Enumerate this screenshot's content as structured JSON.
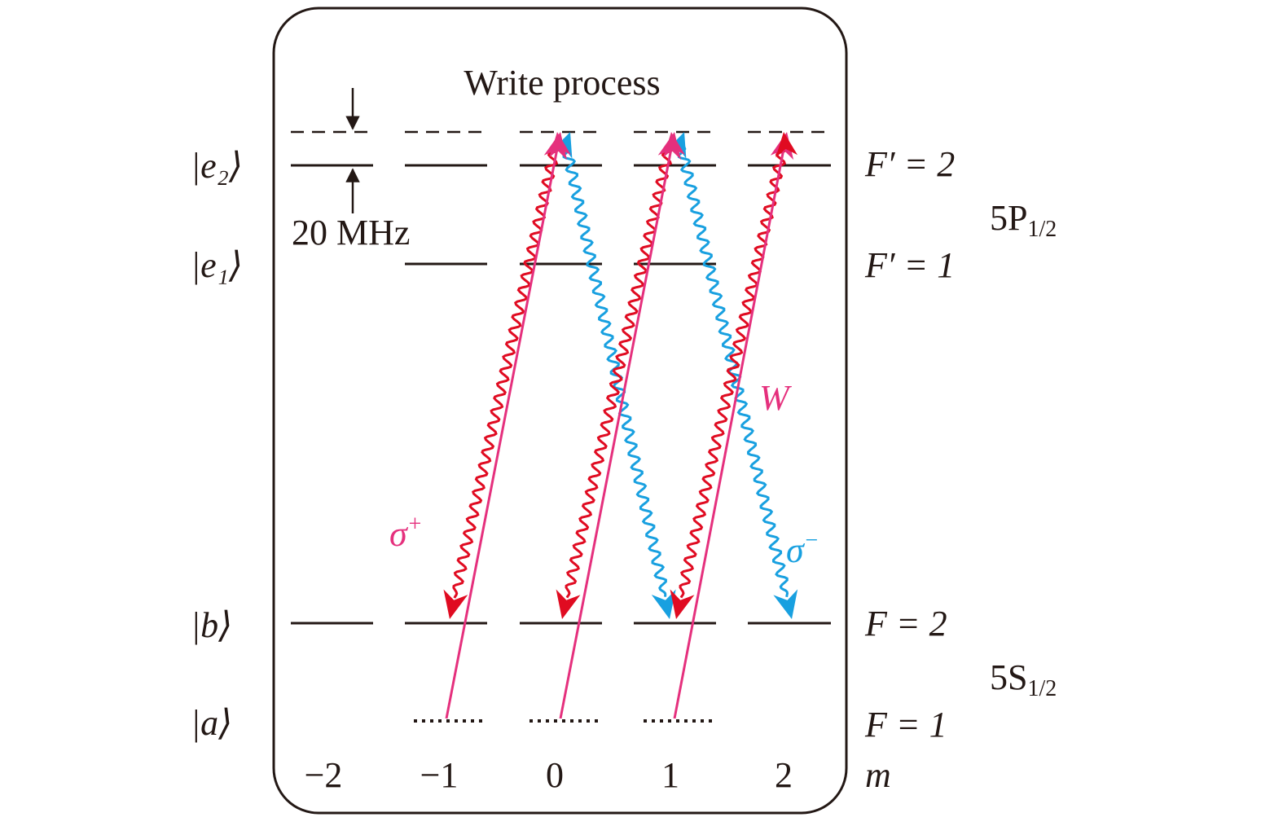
{
  "title": "Write process",
  "states": {
    "e2": "|e₂⟩",
    "e1": "|e₁⟩",
    "b": "|b⟩",
    "a": "|a⟩"
  },
  "hyperfine_labels": {
    "e2": "F′ = 2",
    "e1": "F′ = 1",
    "b": "F = 2",
    "a": "F = 1"
  },
  "manifolds": {
    "excited": "5P",
    "excited_sub": "1/2",
    "ground": "5S",
    "ground_sub": "1/2"
  },
  "detuning_label": "20 MHz",
  "m_axis_label": "m",
  "m_values": [
    "−2",
    "−1",
    "0",
    "1",
    "2"
  ],
  "beam_labels": {
    "write": "W",
    "sigma_plus": "σ",
    "sigma_plus_sup": "+",
    "sigma_minus": "σ",
    "sigma_minus_sup": "−"
  },
  "colors": {
    "write": "#e5307d",
    "sigma_plus": "#e00b21",
    "sigma_minus": "#18a0e0",
    "ink": "#231815"
  }
}
